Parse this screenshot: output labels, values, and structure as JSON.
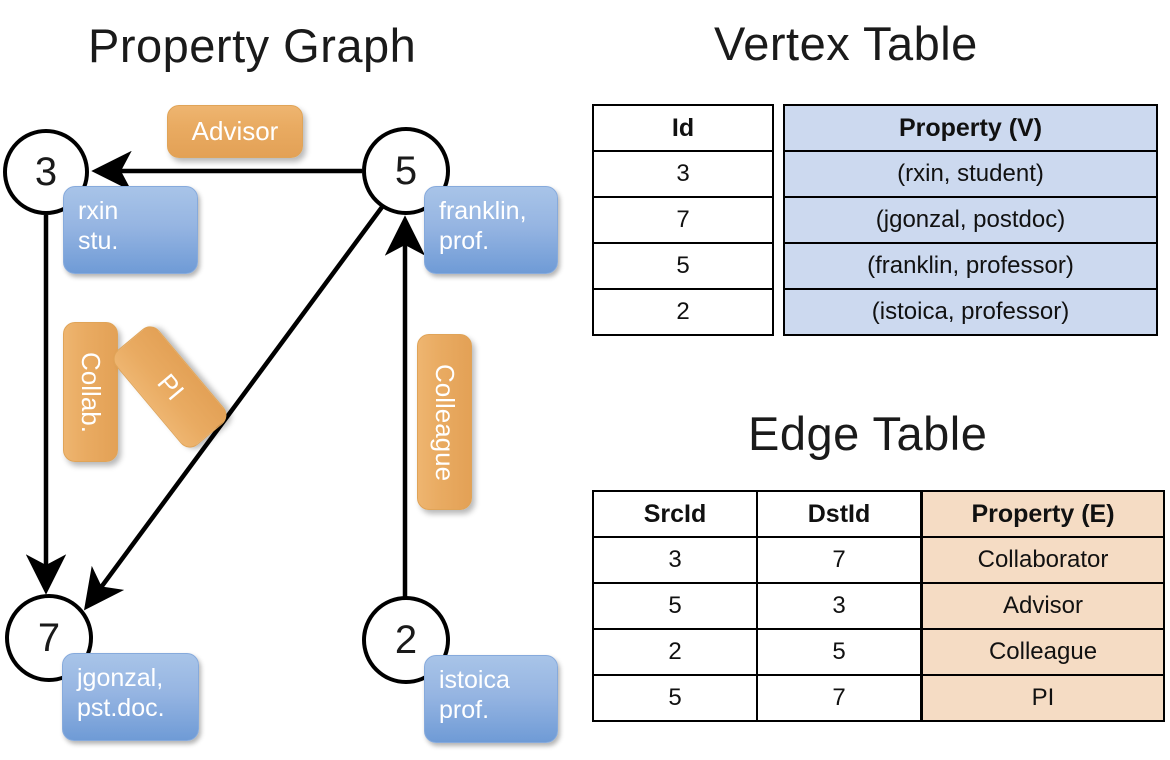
{
  "titles": {
    "graph": "Property Graph",
    "vertex_table": "Vertex Table",
    "edge_table": "Edge Table"
  },
  "colors": {
    "vertex_property_fill": "#ccd9ef",
    "edge_property_fill": "#f5dcc4",
    "vertex_box_blue": "#8cb0dd",
    "edge_label_orange": "#e9ab62",
    "stroke": "#000000"
  },
  "graph": {
    "nodes": [
      {
        "id": "3",
        "property_line1": "rxin",
        "property_line2": "stu."
      },
      {
        "id": "5",
        "property_line1": "franklin,",
        "property_line2": "prof."
      },
      {
        "id": "7",
        "property_line1": "jgonzal,",
        "property_line2": "pst.doc."
      },
      {
        "id": "2",
        "property_line1": "istoica",
        "property_line2": "prof."
      }
    ],
    "edges": [
      {
        "src": "5",
        "dst": "3",
        "label": "Advisor"
      },
      {
        "src": "3",
        "dst": "7",
        "label": "Collab."
      },
      {
        "src": "5",
        "dst": "7",
        "label": "PI"
      },
      {
        "src": "2",
        "dst": "5",
        "label": "Colleague"
      }
    ]
  },
  "vertex_table": {
    "headers": [
      "Id",
      "Property (V)"
    ],
    "rows": [
      {
        "id": "3",
        "property": "(rxin, student)"
      },
      {
        "id": "7",
        "property": "(jgonzal, postdoc)"
      },
      {
        "id": "5",
        "property": "(franklin, professor)"
      },
      {
        "id": "2",
        "property": "(istoica, professor)"
      }
    ]
  },
  "edge_table": {
    "headers": [
      "SrcId",
      "DstId",
      "Property (E)"
    ],
    "rows": [
      {
        "src": "3",
        "dst": "7",
        "property": "Collaborator"
      },
      {
        "src": "5",
        "dst": "3",
        "property": "Advisor"
      },
      {
        "src": "2",
        "dst": "5",
        "property": "Colleague"
      },
      {
        "src": "5",
        "dst": "7",
        "property": "PI"
      }
    ]
  }
}
